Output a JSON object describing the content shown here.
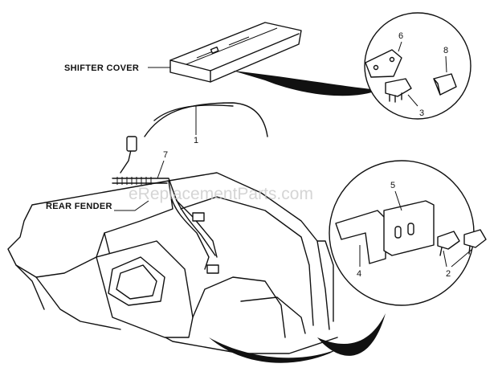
{
  "labels": {
    "shifter_cover": "SHIFTER COVER",
    "rear_fender": "REAR FENDER"
  },
  "callouts": {
    "c1": "1",
    "c2": "2",
    "c3": "3",
    "c4": "4",
    "c5": "5",
    "c6": "6",
    "c7": "7",
    "c8": "8"
  },
  "watermark": "eReplacementParts.com",
  "colors": {
    "ink": "#111111",
    "watermark": "#c8c8c8",
    "background": "#ffffff"
  }
}
